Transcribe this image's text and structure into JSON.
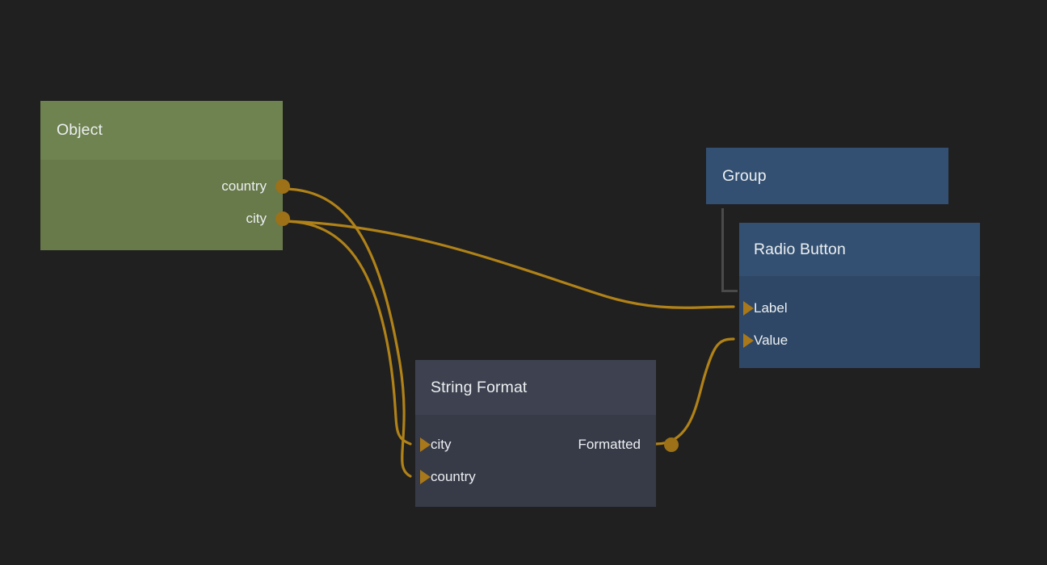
{
  "canvas": {
    "background_color": "#202020",
    "edge_color": "#b08218",
    "port_color": "#9c7118",
    "text_color": "#eceff1"
  },
  "nodes": [
    {
      "id": "object",
      "title": "Object",
      "header_color": "#6f8350",
      "body_color": "#68794a",
      "outputs": [
        {
          "label": "country"
        },
        {
          "label": "city"
        }
      ],
      "inputs": []
    },
    {
      "id": "group",
      "title": "Group",
      "header_color": "#335073",
      "body_color": "#335073",
      "inputs": [],
      "outputs": []
    },
    {
      "id": "radio-button",
      "title": "Radio Button",
      "header_color": "#335072",
      "body_color": "#2e4766",
      "inputs": [
        {
          "label": "Label"
        },
        {
          "label": "Value"
        }
      ],
      "outputs": []
    },
    {
      "id": "string-format",
      "title": "String Format",
      "header_color": "#3e4250",
      "body_color": "#373a47",
      "inputs": [
        {
          "label": "city"
        },
        {
          "label": "country"
        }
      ],
      "outputs": [
        {
          "label": "Formatted"
        }
      ]
    }
  ],
  "connections": [
    {
      "from_node": "object",
      "from_port": "country",
      "to_node": "string-format",
      "to_port": "country"
    },
    {
      "from_node": "object",
      "from_port": "city",
      "to_node": "string-format",
      "to_port": "city"
    },
    {
      "from_node": "object",
      "from_port": "city",
      "to_node": "radio-button",
      "to_port": "Label"
    },
    {
      "from_node": "string-format",
      "from_port": "Formatted",
      "to_node": "radio-button",
      "to_port": "Value"
    }
  ],
  "group_membership": {
    "parent": "Group",
    "child": "Radio Button"
  }
}
